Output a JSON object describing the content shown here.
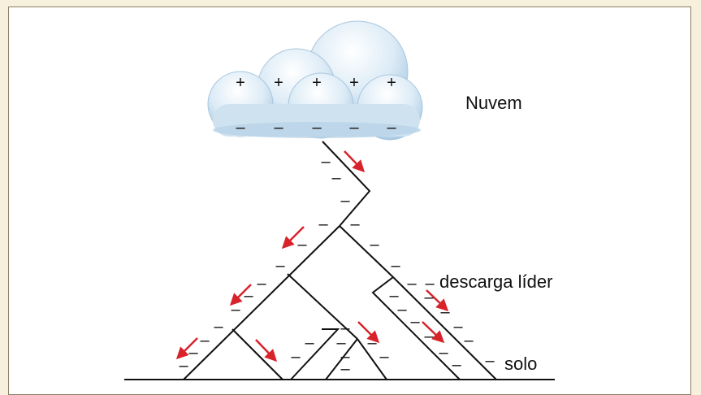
{
  "labels": {
    "cloud": "Nuvem",
    "leader": "descarga líder",
    "ground": "solo"
  },
  "signs": {
    "plus": "+",
    "minus": "–"
  },
  "colors": {
    "line": "#111111",
    "arrow": "#d8232a",
    "cloud_light": "#f2f8fc",
    "cloud_dark": "#8fb6d6",
    "background": "#f6f0dc"
  }
}
